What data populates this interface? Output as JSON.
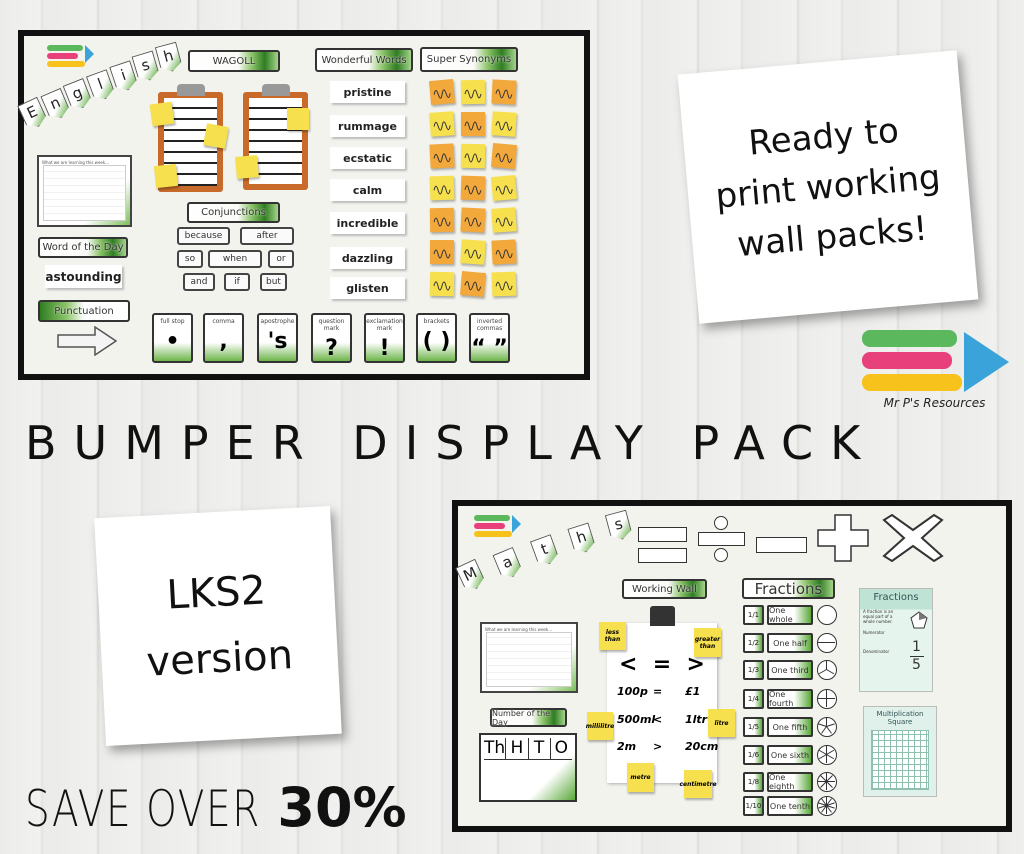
{
  "brand": {
    "name": "Mr P's Resources",
    "logo_colors": [
      "#5cb85c",
      "#e8407a",
      "#f7c21b",
      "#3aa3d9"
    ]
  },
  "headline": "BUMPER DISPLAY PACK",
  "promo_note": {
    "lines": [
      "Ready to",
      "print working",
      "wall packs!"
    ]
  },
  "version_note": {
    "lines": [
      "LKS2",
      "version"
    ]
  },
  "savings": {
    "prefix": "SAVE OVER",
    "amount": "30%"
  },
  "english_panel": {
    "banner_letters": [
      "E",
      "n",
      "g",
      "l",
      "i",
      "s",
      "h"
    ],
    "headers": {
      "wagoll": "WAGOLL",
      "wonderful_words": "Wonderful Words",
      "super_synonyms": "Super Synonyms",
      "conjunctions": "Conjunctions",
      "word_of_day": "Word of the Day",
      "punctuation": "Punctuation"
    },
    "learning_box": "What we are learning this week...",
    "word_of_day_value": "astounding",
    "wonderful_words": [
      "pristine",
      "rummage",
      "ecstatic",
      "calm",
      "incredible",
      "dazzling",
      "glisten"
    ],
    "conjunctions": [
      "because",
      "after",
      "so",
      "when",
      "or",
      "and",
      "if",
      "but"
    ],
    "synonym_sticky_colors": [
      "orange",
      "yellow",
      "orange",
      "yellow",
      "orange",
      "yellow",
      "orange",
      "yellow",
      "orange",
      "yellow",
      "orange",
      "yellow",
      "orange",
      "orange",
      "yellow",
      "orange",
      "yellow",
      "orange",
      "yellow",
      "orange",
      "yellow"
    ],
    "punctuation_cards": [
      {
        "label": "full stop",
        "symbol": "•"
      },
      {
        "label": "comma",
        "symbol": ","
      },
      {
        "label": "apostrophe",
        "symbol": "'s"
      },
      {
        "label": "question mark",
        "symbol": "?"
      },
      {
        "label": "exclamation mark",
        "symbol": "!"
      },
      {
        "label": "brackets",
        "symbol": "( )"
      },
      {
        "label": "inverted commas",
        "symbol": "“ ”"
      }
    ]
  },
  "maths_panel": {
    "banner_letters": [
      "M",
      "a",
      "t",
      "h",
      "s"
    ],
    "headers": {
      "working_wall": "Working Wall",
      "fractions": "Fractions",
      "number_of_day": "Number of the Day"
    },
    "learning_box": "What we are learning this week...",
    "place_value": [
      "Th",
      "H",
      "T",
      "O"
    ],
    "comparison_symbols": "<  =  >",
    "comparisons": [
      [
        "100p",
        "=",
        "£1"
      ],
      [
        "500ml",
        "<",
        "1ltr"
      ],
      [
        "2m",
        ">",
        "20cm"
      ]
    ],
    "sticky_notes": [
      "less than",
      "greater than",
      "millilitre",
      "litre",
      "metre",
      "centimetre"
    ],
    "fractions": [
      {
        "fraction": "1/1",
        "label": "One whole",
        "parts": 1
      },
      {
        "fraction": "1/2",
        "label": "One half",
        "parts": 2
      },
      {
        "fraction": "1/3",
        "label": "One third",
        "parts": 3
      },
      {
        "fraction": "1/4",
        "label": "One fourth",
        "parts": 4
      },
      {
        "fraction": "1/5",
        "label": "One fifth",
        "parts": 5
      },
      {
        "fraction": "1/6",
        "label": "One sixth",
        "parts": 6
      },
      {
        "fraction": "1/8",
        "label": "One eighth",
        "parts": 8
      },
      {
        "fraction": "1/10",
        "label": "One tenth",
        "parts": 10
      }
    ],
    "fractions_poster": {
      "title": "Fractions",
      "text": "A fraction is an equal part of a whole number.",
      "numerator": "1",
      "denominator": "5",
      "numerator_label": "Numerator",
      "denominator_label": "Denominator"
    },
    "multiplication_poster": {
      "title": "Multiplication Square"
    }
  },
  "colors": {
    "sticky_yellow": "#f7e04e",
    "sticky_orange": "#f2a83a",
    "leaf_green": "#3f8f2a",
    "border": "#111111"
  }
}
